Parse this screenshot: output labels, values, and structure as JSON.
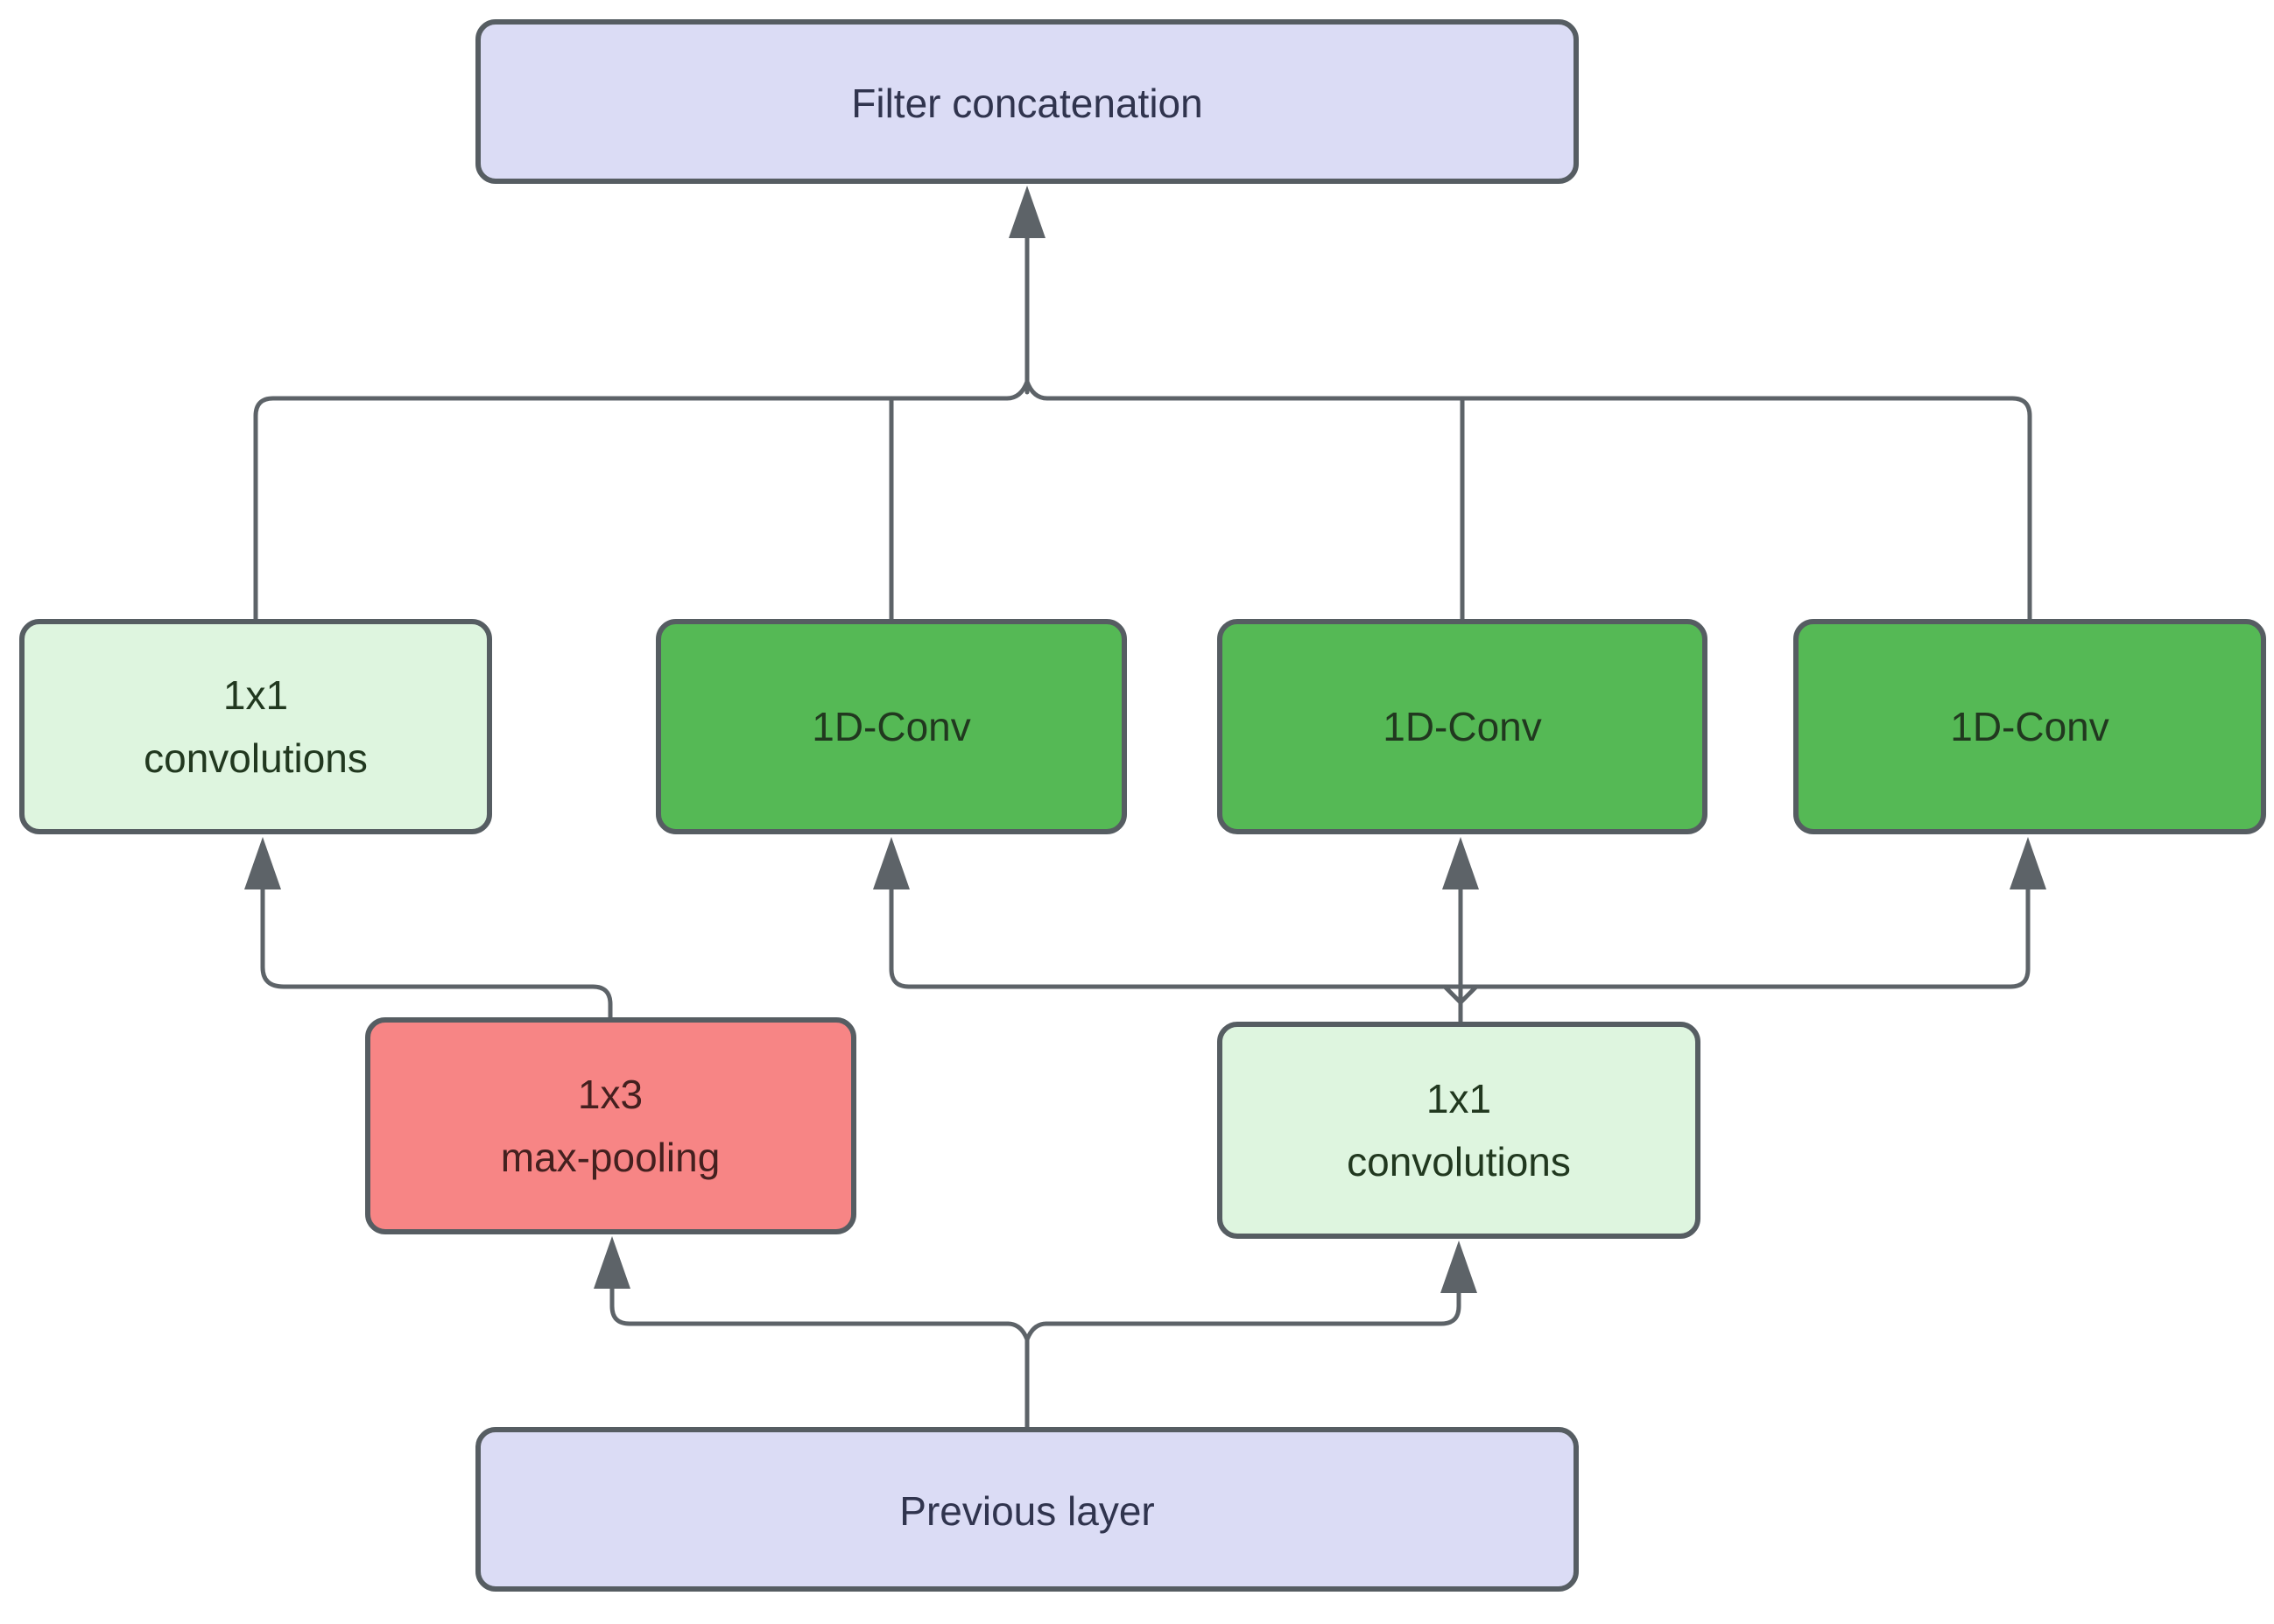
{
  "diagram": {
    "type": "neural-network-inception-module-flowchart",
    "colors": {
      "line": "#5d6368",
      "border": "#565d62",
      "lavender_fill": "#dbdcf5",
      "light_green_fill": "#def5df",
      "green_fill": "#55b955",
      "red_fill": "#f78585",
      "background": "#ffffff"
    },
    "nodes": {
      "filter_concat": {
        "label": "Filter concatenation",
        "fill": "#dbdcf5"
      },
      "conv1x1_top": {
        "line1": "1x1",
        "line2": "convolutions",
        "fill": "#def5df"
      },
      "conv1d_1": {
        "label": "1D-Conv",
        "fill": "#55b955"
      },
      "conv1d_2": {
        "label": "1D-Conv",
        "fill": "#55b955"
      },
      "conv1d_3": {
        "label": "1D-Conv",
        "fill": "#55b955"
      },
      "maxpool": {
        "line1": "1x3",
        "line2": "max-pooling",
        "fill": "#f78585"
      },
      "conv1x1_bottom": {
        "line1": "1x1",
        "line2": "convolutions",
        "fill": "#def5df"
      },
      "previous_layer": {
        "label": "Previous layer",
        "fill": "#dbdcf5"
      }
    },
    "edges": [
      {
        "from": "previous_layer",
        "to": "maxpool",
        "arrow": true
      },
      {
        "from": "previous_layer",
        "to": "conv1x1_bottom",
        "arrow": true
      },
      {
        "from": "maxpool",
        "to": "conv1x1_top",
        "arrow": true
      },
      {
        "from": "conv1x1_bottom",
        "to": "conv1d_1",
        "arrow": true
      },
      {
        "from": "conv1x1_bottom",
        "to": "conv1d_2",
        "arrow": true
      },
      {
        "from": "conv1x1_bottom",
        "to": "conv1d_3",
        "arrow": true
      },
      {
        "from": "conv1x1_top",
        "to": "filter_concat",
        "arrow": true
      },
      {
        "from": "conv1d_1",
        "to": "filter_concat",
        "arrow": true
      },
      {
        "from": "conv1d_2",
        "to": "filter_concat",
        "arrow": true
      },
      {
        "from": "conv1d_3",
        "to": "filter_concat",
        "arrow": true
      }
    ]
  }
}
